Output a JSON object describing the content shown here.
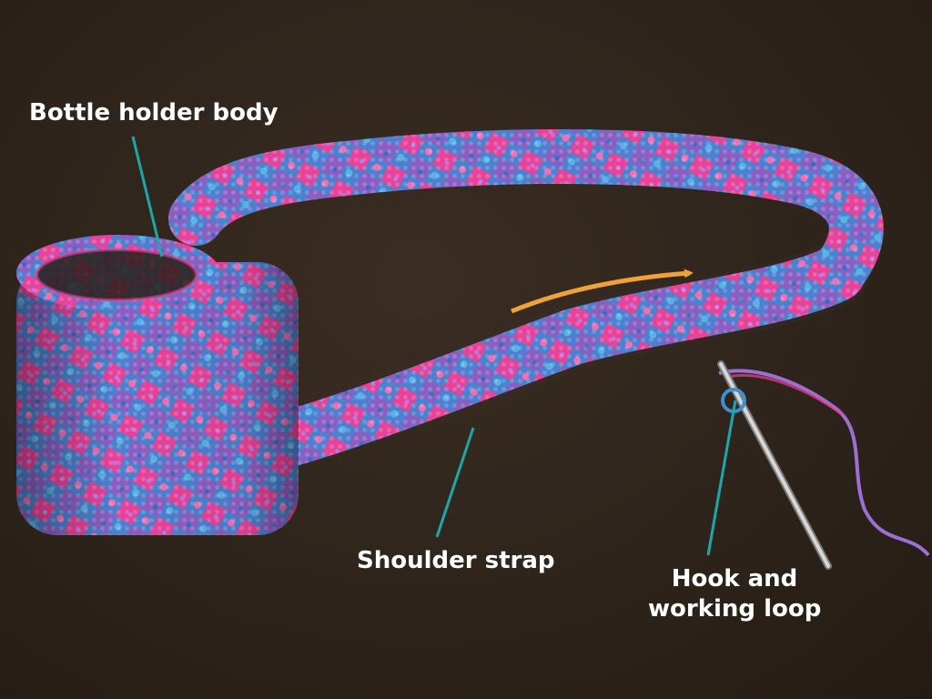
{
  "labels": {
    "body": "Bottle holder body",
    "strap": "Shoulder strap",
    "hook_line1": "Hook and",
    "hook_line2": "working loop"
  },
  "colors": {
    "background": "#2e241b",
    "label_text": "#ffffff",
    "leader_line": "#1aa9a8",
    "arrow": "#f0a23a",
    "yarn_blue": "#3f8fd2",
    "yarn_pink": "#e6439a",
    "yarn_purple": "#8a5fc2",
    "hook_metal": "#b9b9b9"
  },
  "icons": {
    "direction_arrow": "arrow-right-icon"
  }
}
